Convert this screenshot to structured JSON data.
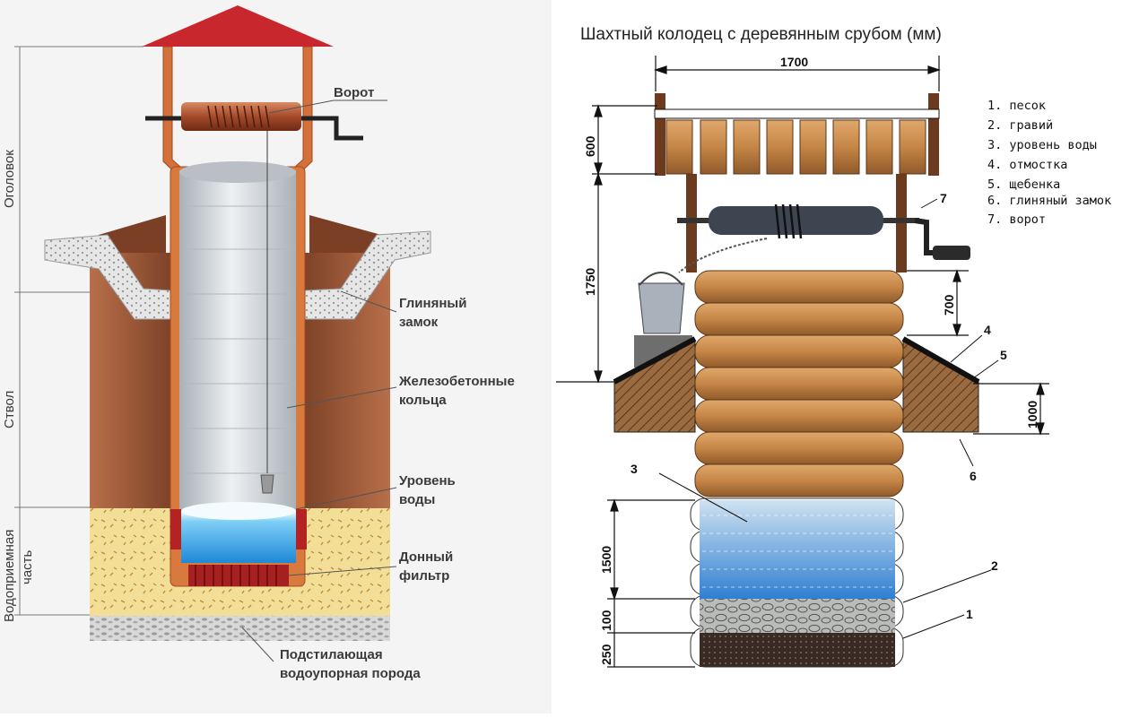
{
  "left": {
    "labels": {
      "vorot": "Ворот",
      "glin_1": "Глиняный",
      "glin_2": "замок",
      "zhb_1": "Железобетонные",
      "zhb_2": "кольца",
      "uroven_1": "Уровень",
      "uroven_2": "воды",
      "donny_1": "Донный",
      "donny_2": "фильтр",
      "podst_1": "Подстилающая",
      "podst_2": "водоупорная порода"
    },
    "sections": {
      "ogolovok": "Оголовок",
      "stvol": "Ствол",
      "vodopr_1": "Водоприемная",
      "vodopr_2": "часть"
    }
  },
  "right": {
    "title": "Шахтный колодец с деревянным срубом (мм)",
    "dimensions": {
      "width": "1700",
      "roof": "600",
      "post": "1750",
      "above_ground": "700",
      "clay": "1000",
      "water": "1500",
      "gravel": "100",
      "sand": "250"
    },
    "legend": [
      "1. песок",
      "2. гравий",
      "3. уровень воды",
      "4. отмостка",
      "5. щебенка",
      "6. глиняный замок",
      "7.  ворот"
    ],
    "callouts": [
      "1",
      "2",
      "3",
      "4",
      "5",
      "6",
      "7"
    ]
  },
  "colors": {
    "roof": "#c8282d",
    "soil": "#9a5a3a",
    "pipe": "#d4713a",
    "ring": "#cfd4d9",
    "water": "#3aa6e6",
    "sand": "#f2dc96",
    "wood": "#c88a4e",
    "wood_dark": "#6b3a1f"
  }
}
